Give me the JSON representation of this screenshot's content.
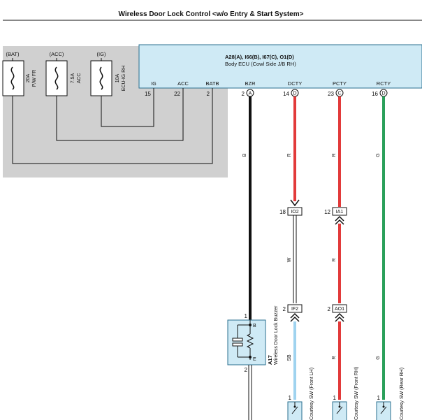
{
  "title": "Wireless Door Lock Control <w/o Entry & Start System>",
  "ecu": {
    "line1": "A28(A), I66(B), I67(C), O1(D)",
    "line2": "Body ECU (Cowl Side J/B RH)"
  },
  "fuses": [
    {
      "supply": "(BAT)",
      "rating": "20A",
      "name": "P/W FR"
    },
    {
      "supply": "(ACC)",
      "rating": "7.5A",
      "name": "ACC"
    },
    {
      "supply": "(IG)",
      "rating": "10A",
      "name": "ECU-IG RH"
    }
  ],
  "ecu_terminals": [
    {
      "label": "IG",
      "pin": "15"
    },
    {
      "label": "ACC",
      "pin": "22"
    },
    {
      "label": "BATB",
      "pin": "2"
    },
    {
      "label": "BZR",
      "pin": "2",
      "conn": "A"
    },
    {
      "label": "DCTY",
      "pin": "14",
      "conn": "D"
    },
    {
      "label": "PCTY",
      "pin": "23",
      "conn": "C"
    },
    {
      "label": "RCTY",
      "pin": "16",
      "conn": "D"
    }
  ],
  "wire_colors": {
    "bzr": "B",
    "dcty_top": "R",
    "dcty_mid": "W",
    "dcty_bot": "SB",
    "pcty_top": "R",
    "pcty_mid": "R",
    "pcty_bot": "R",
    "rcty": "G"
  },
  "junctions": [
    {
      "pin": "18",
      "label": "IO2"
    },
    {
      "pin": "12",
      "label": "IA1"
    },
    {
      "pin": "2",
      "label": "IF2"
    },
    {
      "pin": "2",
      "label": "AO1"
    }
  ],
  "buzzer": {
    "id": "A17",
    "name": "Wireless Door Lock Buzzer",
    "pin_top": "1",
    "pin_bottom": "2",
    "term_b": "B",
    "term_e": "E"
  },
  "switches": [
    {
      "pin": "1",
      "name": "Courtesy SW (Front LH)"
    },
    {
      "pin": "1",
      "name": "Courtesy SW (Front RH)"
    },
    {
      "pin": "1",
      "name": "Courtesy SW (Rear RH)"
    }
  ],
  "colors": {
    "ecu_fill": "#cfeaf5",
    "ecu_stroke": "#2a6f8f",
    "gray_area": "#d0d0d0",
    "wire_black": "#111111",
    "wire_red": "#e23a3a",
    "wire_green": "#2aa05a",
    "wire_skyblue": "#9fd3ef"
  }
}
